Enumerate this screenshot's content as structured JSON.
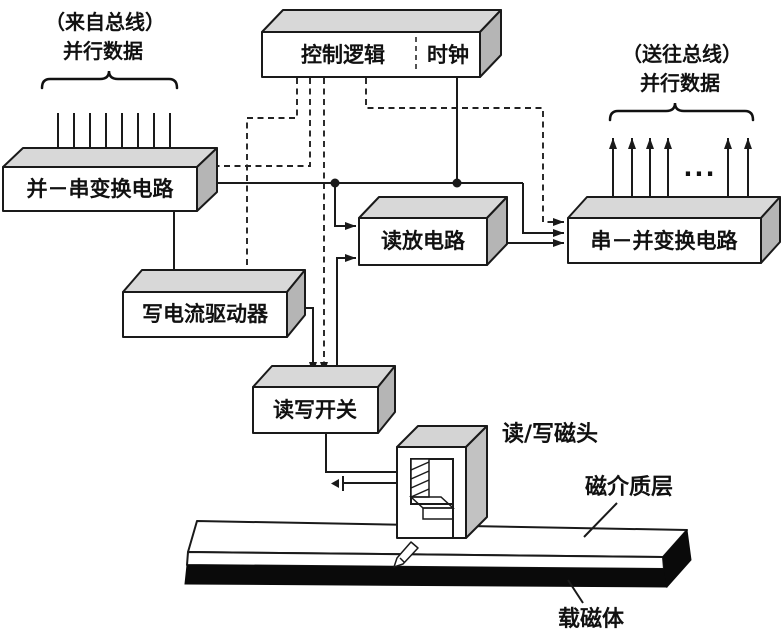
{
  "labels": {
    "bus_in_1": "（来自总线）",
    "bus_in_2": "并行数据",
    "bus_out_1": "（送往总线）",
    "bus_out_2": "并行数据",
    "parallel_serial": "并－串变换电路",
    "control_logic": "控制逻辑",
    "clock": "时钟",
    "read_amp": "读放电路",
    "serial_parallel": "串－并变换电路",
    "write_driver": "写电流驱动器",
    "rw_switch": "读写开关",
    "rw_head": "读/写磁头",
    "medium_layer": "磁介质层",
    "carrier": "载磁体",
    "ellipsis": "..."
  },
  "colors": {
    "outline": "#1a1a1a",
    "box_front": "#ffffff",
    "box_top": "#d8d8d8",
    "box_side": "#b5b5b5",
    "head_top": "#d4d4d4",
    "head_side": "#c2c2c2",
    "carrier_black": "#0a0a0a",
    "medium_white": "#ffffff"
  }
}
